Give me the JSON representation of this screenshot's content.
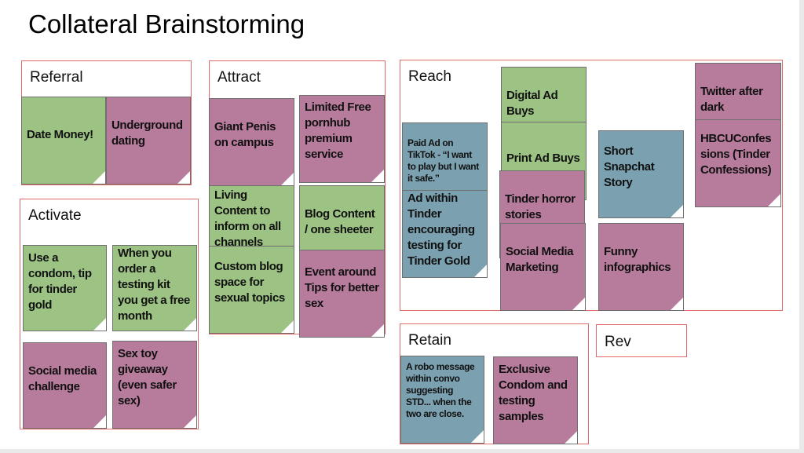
{
  "title": "Collateral Brainstorming",
  "colors": {
    "green": "#9cc383",
    "pink": "#b77b9c",
    "blue": "#7ba1b0",
    "box_border": "#e06a6a"
  },
  "sections": {
    "referral": {
      "label": "Referral",
      "notes": [
        "Date Money!",
        "Underground dating"
      ]
    },
    "attract": {
      "label": "Attract",
      "notes": [
        "Giant Penis on campus",
        "Limited Free pornhub premium service",
        "Living Content to inform on all channels",
        "Blog Content / one sheeter",
        "Custom blog space for sexual topics",
        "Event around Tips for better sex"
      ]
    },
    "activate": {
      "label": "Activate",
      "notes": [
        "Use a condom, tip for tinder gold",
        "When you order a testing kit you get a free month",
        "Social media challenge",
        "Sex toy giveaway (even safer sex)"
      ]
    },
    "reach": {
      "label": "Reach",
      "notes": [
        "Paid Ad on TikTok - “I want to play but I want it safe.”",
        "Ad within Tinder encouraging testing for Tinder Gold",
        "Digital Ad Buys",
        "Print Ad Buys",
        "Tinder horror stories",
        "Social Media Marketing",
        "Short Snapchat Story",
        "Funny infographics",
        "Twitter after dark",
        "HBCUConfessions (Tinder Confessions)"
      ]
    },
    "retain": {
      "label": "Retain",
      "notes": [
        "A robo message within convo suggesting STD... when the two are close.",
        "Exclusive Condom and testing samples"
      ]
    },
    "rev": {
      "label": "Rev"
    }
  }
}
